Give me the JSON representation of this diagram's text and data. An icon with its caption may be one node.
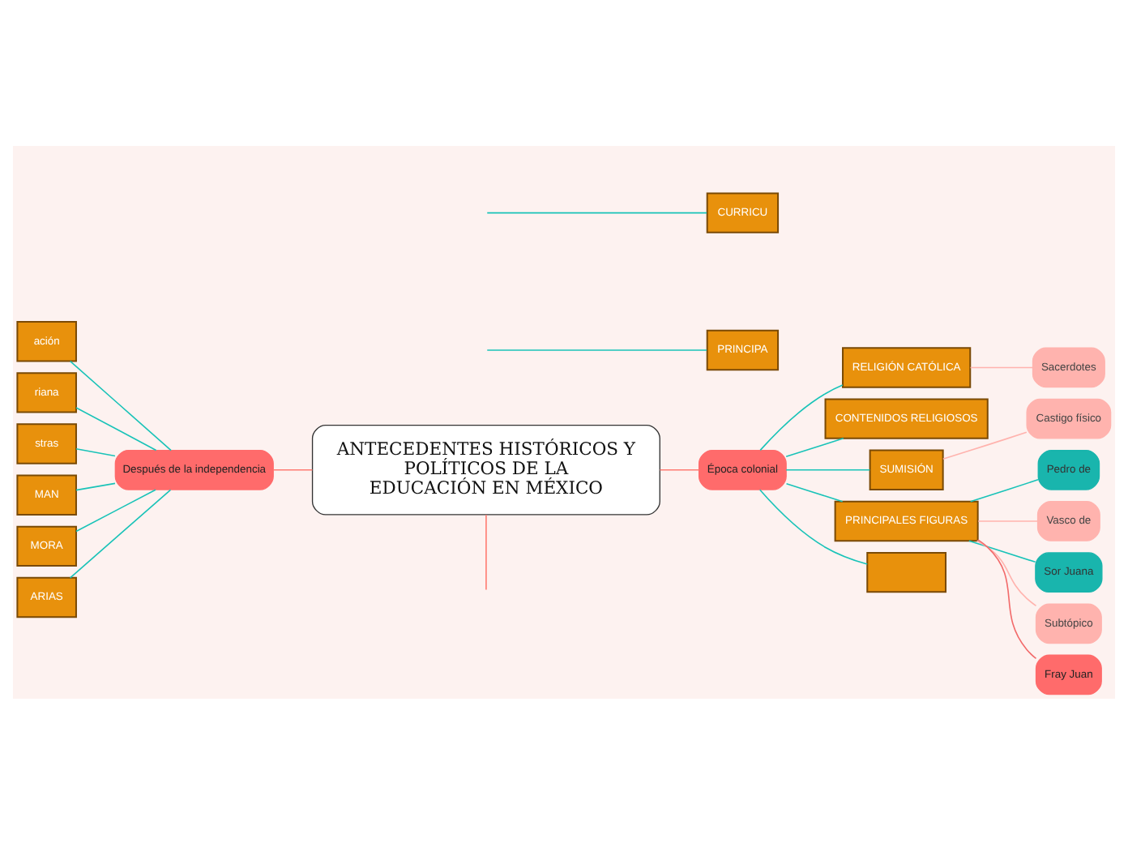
{
  "diagram": {
    "nodes": [
      {
        "text": [
          "ANTECEDENTES HISTÓRICOS Y POLÍTICOS DE LA EDUCACIÓN EN MÉXICO"
        ]
      },
      {
        "text": [
          "PRINCIPA"
        ]
      },
      {
        "text": [
          "CURRICU"
        ]
      },
      {
        "text": [
          "ación"
        ]
      },
      {
        "text": [
          "riana"
        ]
      },
      {
        "text": [
          "stras"
        ]
      },
      {
        "text": [
          "MAN"
        ]
      },
      {
        "text": [
          "Después de la independencia"
        ]
      },
      {
        "text": [
          "MORA"
        ]
      },
      {
        "text": [
          "ARIAS"
        ]
      },
      {
        "text": [
          "RELIGIÓN CATÓLICA"
        ]
      },
      {
        "text": [
          "Sacerdotes"
        ]
      },
      {
        "text": [
          "CONTENIDOS RELIGIOSOS"
        ]
      },
      {
        "text": [
          "SUMISIÓN"
        ]
      },
      {
        "text": [
          "Castigo físico"
        ]
      },
      {
        "text": [
          "Pedro de"
        ]
      },
      {
        "text": [
          "Vasco de"
        ]
      },
      {
        "text": [
          "Sor Juana"
        ]
      },
      {
        "text": [
          "PRINCIPALES FIGURAS"
        ]
      },
      {
        "text": [
          "Subtópico"
        ]
      },
      {
        "text": [
          "Época colonial"
        ]
      },
      {
        "text": [
          "Fray Juan"
        ]
      },
      {
        "text": [],
        "shape": "box"
      }
    ],
    "edges": [
      {
        "from": 0,
        "to": null,
        "arrow": "none",
        "color": "#ff7b72"
      },
      {
        "from": null,
        "to": 1,
        "arrow": "none"
      },
      {
        "from": null,
        "to": 2,
        "arrow": "none"
      },
      {
        "from": 7,
        "to": 3,
        "arrow": "none"
      },
      {
        "from": 7,
        "to": 4,
        "arrow": "none"
      },
      {
        "from": 7,
        "to": 5,
        "arrow": "none"
      },
      {
        "from": 7,
        "to": 6,
        "arrow": "none"
      },
      {
        "from": 0,
        "to": 7,
        "arrow": "none",
        "color": "#ff7b72"
      },
      {
        "from": 7,
        "to": 8,
        "arrow": "none"
      },
      {
        "from": 7,
        "to": 9,
        "arrow": "none"
      },
      {
        "from": 20,
        "to": 10,
        "arrow": "none"
      },
      {
        "from": 10,
        "to": 11,
        "arrow": "none",
        "color": "#ffb3ae"
      },
      {
        "from": 20,
        "to": 12,
        "arrow": "none"
      },
      {
        "from": 20,
        "to": 13,
        "arrow": "none"
      },
      {
        "from": 13,
        "to": 14,
        "arrow": "none",
        "color": "#ffb3ae"
      },
      {
        "from": 18,
        "to": 15,
        "arrow": "none"
      },
      {
        "from": 18,
        "to": 16,
        "arrow": "none",
        "color": "#ffb3ae"
      },
      {
        "from": 18,
        "to": 17,
        "arrow": "none"
      },
      {
        "from": 20,
        "to": 18,
        "arrow": "none"
      },
      {
        "from": 18,
        "to": 19,
        "arrow": "none",
        "color": "#ffb3ae"
      },
      {
        "from": 0,
        "to": 20,
        "arrow": "none",
        "color": "#ff7b72"
      },
      {
        "from": 18,
        "to": 21,
        "arrow": "none",
        "color": "#f26b6b"
      },
      {
        "from": 20,
        "to": 22,
        "arrow": "none"
      }
    ]
  }
}
